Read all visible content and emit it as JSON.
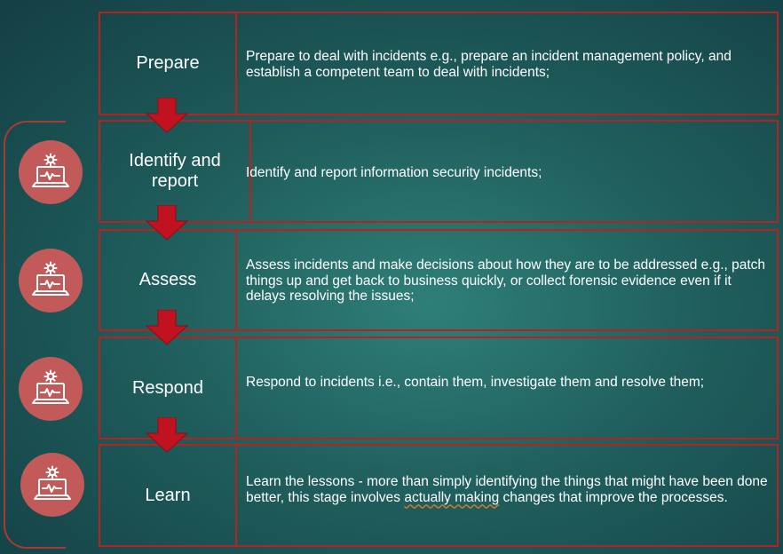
{
  "steps": [
    {
      "label": "Prepare",
      "description": "Prepare to deal with incidents e.g., prepare an incident management policy, and establish a competent team to deal with incidents;"
    },
    {
      "label": "Identify and report",
      "description": "Identify and report information security incidents;"
    },
    {
      "label": "Assess",
      "description": "Assess incidents and make decisions about how they are to be addressed e.g., patch things up and get back to business quickly, or collect forensic evidence even if it delays resolving the issues;"
    },
    {
      "label": "Respond",
      "description": "Respond to incidents i.e., contain them, investigate them and resolve them;"
    },
    {
      "label": "Learn",
      "description_before": "Learn the lessons - more than simply identifying the things that might have been done better, this stage involves ",
      "description_marked": "actually making",
      "description_after": " changes that improve the processes."
    }
  ],
  "icons": {
    "name": "laptop-monitor-gear-icon",
    "circle_color": "#c25a5a"
  },
  "colors": {
    "border": "#b5221f",
    "arrow": "#c1121f",
    "background": "#1f5e5c"
  }
}
